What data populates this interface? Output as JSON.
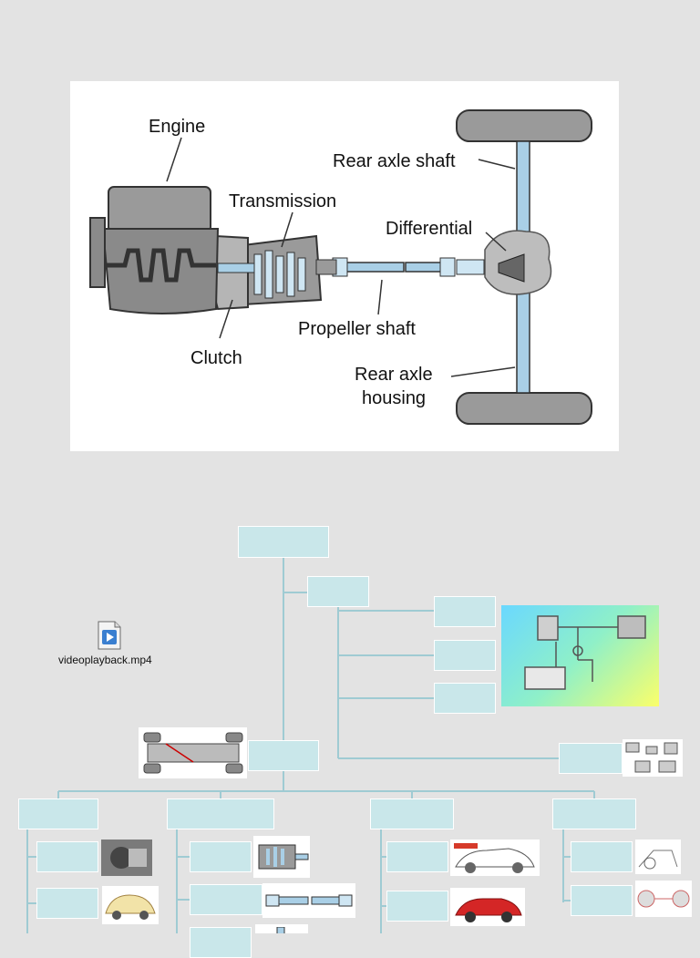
{
  "diagram": {
    "labels": {
      "engine": "Engine",
      "transmission": "Transmission",
      "rear_axle_shaft": "Rear axle shaft",
      "differential": "Differential",
      "propeller_shaft": "Propeller shaft",
      "clutch": "Clutch",
      "rear_axle_housing_1": "Rear axle",
      "rear_axle_housing_2": "housing"
    },
    "colors": {
      "engine_gray": "#8a8a8a",
      "shaft_blue": "#a9cfe6",
      "wheel_gray": "#9a9a9a"
    }
  },
  "attachment": {
    "filename": "videoplayback.mp4",
    "icon": "video-file-icon"
  },
  "mindmap": {
    "node_color": "#c9e7ea",
    "line_color": "#9fcbd3"
  }
}
